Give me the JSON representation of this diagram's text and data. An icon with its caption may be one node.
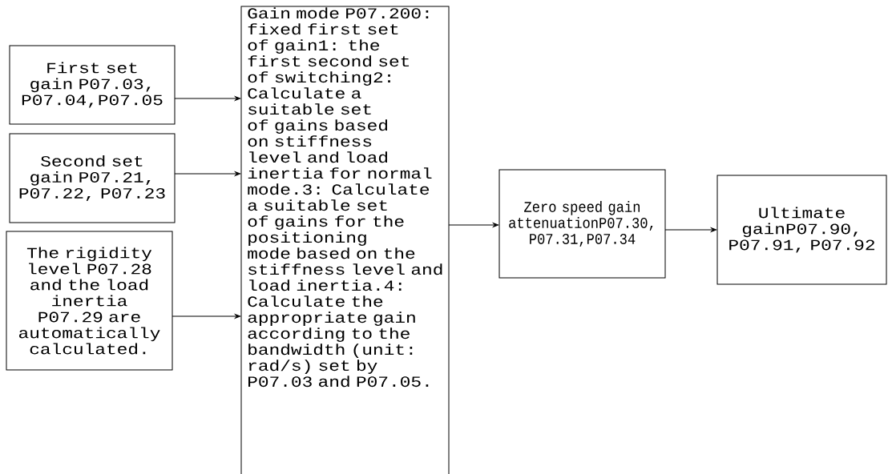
{
  "diagram": {
    "nodes": [
      {
        "text": [
          "First set gain P07.03, P07.04,P07.05"
        ]
      },
      {
        "text": [
          "Second set gain P07.21, P07.22, P07.23"
        ]
      },
      {
        "text": [
          "The rigidity level P07.28 and the load inertia P07.29 are automatically calculated."
        ]
      },
      {
        "text": [
          "Gain mode P07.200: fixed first set of gain1: the first second set of switching2: Calculate a suitable set of gains based on stiffness level and load inertia for normal mode.3: Calculate a suitable set of gains for the positioning mode based on the stiffness level and load inertia.4: Calculate the appropriate gain according to the bandwidth (unit: rad/s) set by P07.03 and P07.05."
        ]
      },
      {
        "text": [
          "Zero speed gain attenuationP07.30, P07.31,P07.34"
        ]
      },
      {
        "text": [
          "Ultimate gainP07.90, P07.91, P07.92"
        ]
      }
    ],
    "edges": [
      {
        "from": 0,
        "to": 3,
        "arrow": "to"
      },
      {
        "from": 1,
        "to": 3,
        "arrow": "to"
      },
      {
        "from": 2,
        "to": 3,
        "arrow": "to"
      },
      {
        "from": 3,
        "to": 4,
        "arrow": "to"
      },
      {
        "from": 4,
        "to": 5,
        "arrow": "to"
      }
    ]
  }
}
